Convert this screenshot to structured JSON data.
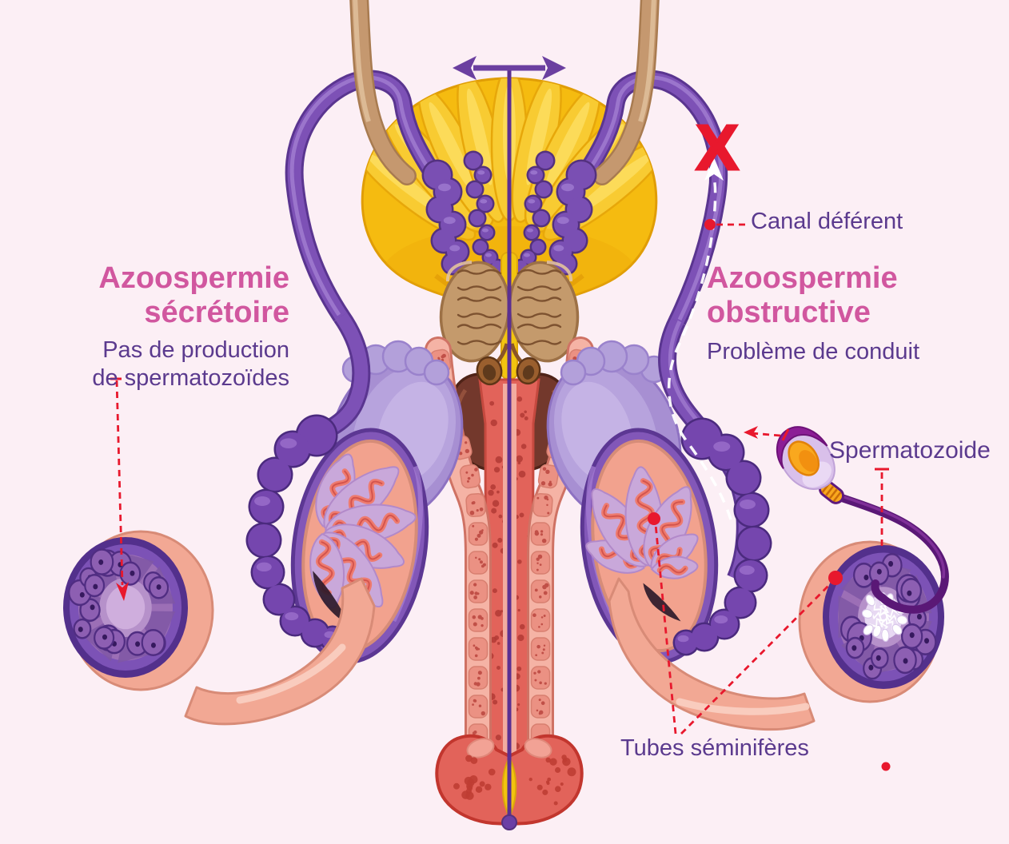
{
  "figure": {
    "background": "#fceff5",
    "subject": "male-reproductive-system-azoospermia"
  },
  "labels": {
    "secretory": {
      "title_line1": "Azoospermie",
      "title_line2": "sécrétoire",
      "desc_line1": "Pas de production",
      "desc_line2": "de spermatozoïdes"
    },
    "obstructive": {
      "title_line1": "Azoospermie",
      "title_line2": "obstructive",
      "desc": "Problème de conduit"
    },
    "canal_deferent": "Canal déférent",
    "spermatozoide": "Spermatozoide",
    "tubes_seminiferes": "Tubes séminifères"
  },
  "icons": {
    "blockage_x": "X"
  },
  "colors": {
    "heading_pink": "#d1579f",
    "label_purple": "#5b3a8e",
    "annotation_red": "#e8182d",
    "bladder_yellow": "#f5bb10",
    "ureter_tan": "#c5986f",
    "vas_deferens_purple": "#7d51b6",
    "seminal_vesicle_purple": "#7a4fb3",
    "prostate_tan": "#c49a6c",
    "cowper_brown": "#9a5f2e",
    "bulb_maroon": "#73382c",
    "cavernosum_red": "#e2635a",
    "spongiosum_pink": "#f5b3a5",
    "testis_salmon": "#f2a28e",
    "lobule_lavender": "#c9a8da",
    "tubule_red": "#ee7b6f",
    "epididymis_purple": "#7546ae",
    "tunica_lilac": "#a78fd2",
    "efferent_tube_salmon": "#f2a894",
    "cross_section_purple": "#7c52b6",
    "sperm_nucleus_orange": "#f9a81e",
    "sperm_cap_magenta": "#8c1d96",
    "sperm_tail_purple": "#5a1876",
    "midline_purple": "#5b2f91",
    "flow_dash_white": "#ffffff"
  }
}
